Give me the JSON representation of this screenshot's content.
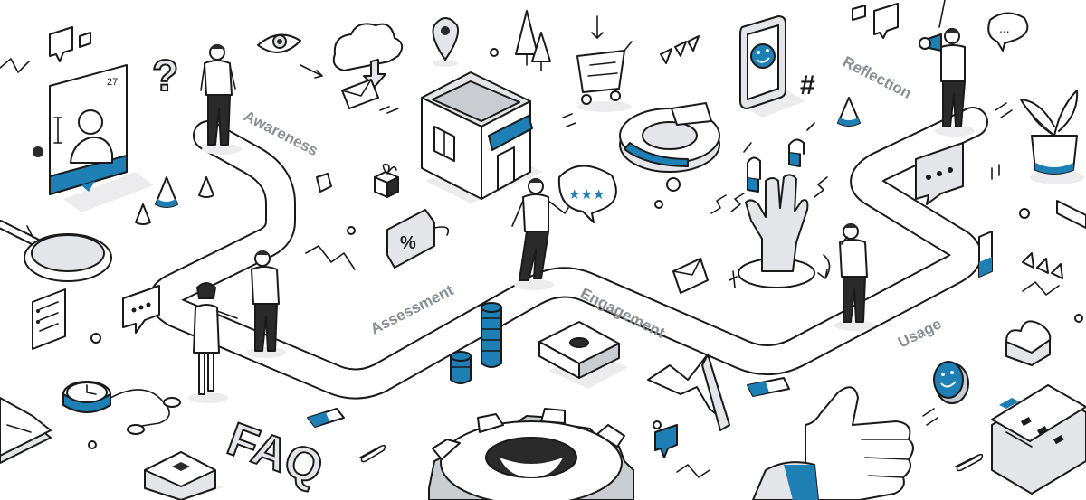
{
  "stages": [
    "Awareness",
    "Assessment",
    "Engagement",
    "Usage",
    "Reflection"
  ],
  "decor": {
    "faq": "FAQ",
    "percent": "%",
    "hash": "#",
    "question": "?",
    "profile_number": "27",
    "chat_dots": "...",
    "stars": "★★★"
  },
  "colors": {
    "accent": "#1d7fb3",
    "ink": "#1a1a1a",
    "label_gray": "#8a8f94",
    "light_fill": "#e3e5e8"
  },
  "icons": [
    "profile-card-icon",
    "magnifier-icon",
    "eye-icon",
    "cloud-icon",
    "envelope-icon",
    "map-pin-icon",
    "tree-icon",
    "shopping-cart-icon",
    "smartphone-smiley-icon",
    "megaphone-icon",
    "plant-icon",
    "store-icon",
    "donut-chart-icon",
    "magnet-hand-icon",
    "gift-icon",
    "discount-tag-icon",
    "coin-stack-icon",
    "banknote-icon",
    "gear-icon",
    "thumbs-up-icon",
    "clock-icon",
    "checklist-icon",
    "heart-icon",
    "paperclip-icon",
    "chat-bubble-icon",
    "rating-bubble-icon"
  ]
}
